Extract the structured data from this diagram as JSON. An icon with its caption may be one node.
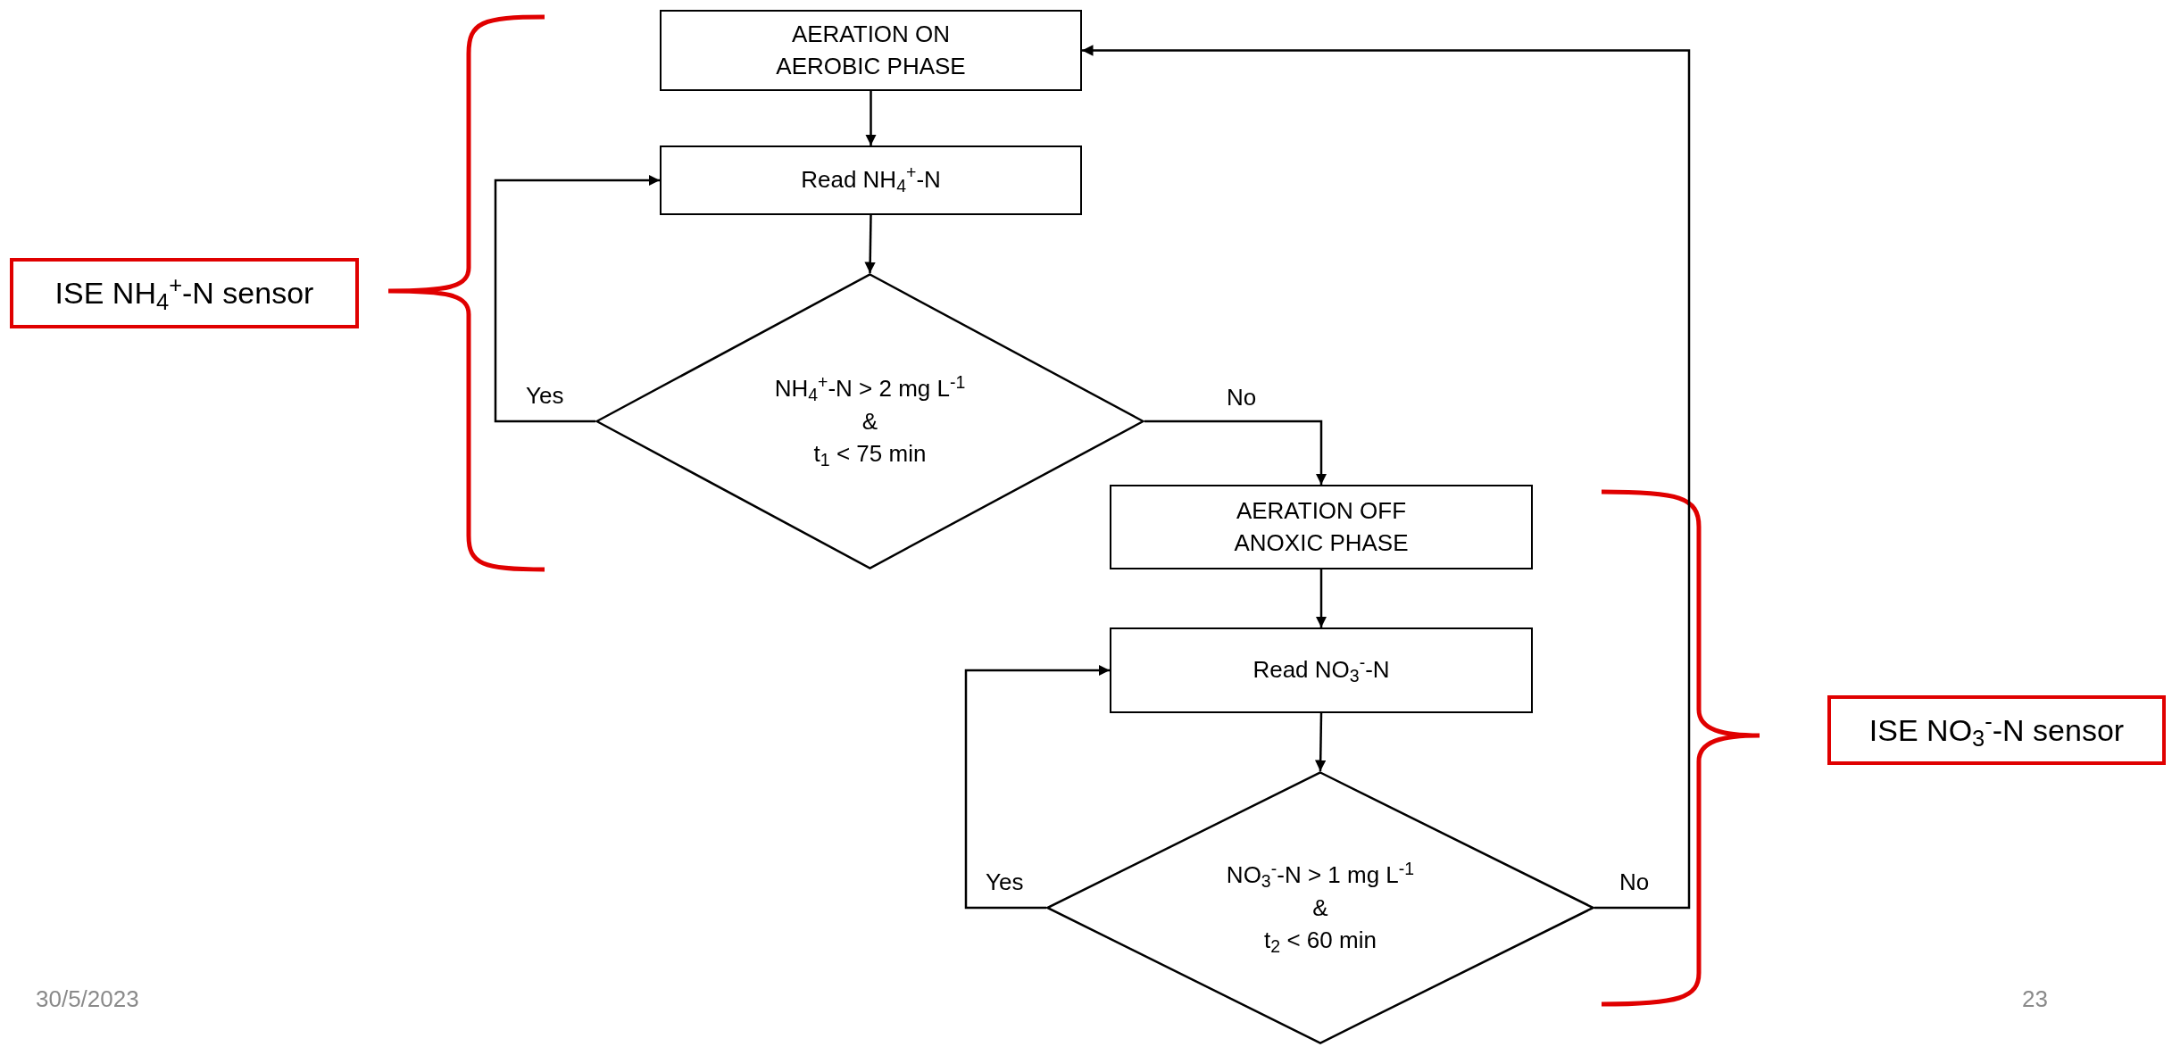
{
  "diagram": {
    "nodes": [
      {
        "text": [
          "AERATION ON AEROBIC PHASE"
        ]
      },
      {
        "text": [
          "Read NH$_{4}$$^{+}$-N"
        ]
      },
      {
        "text": [
          "NH$_{4}$$^{+}$-N > 2 mg L$^{-1}$",
          "&",
          "t$_{1}$ < 75 min"
        ]
      },
      {
        "text": [
          "AERATION OFF ANOXIC PHASE"
        ]
      },
      {
        "text": [
          "Read NO$_{3}$$^{-}$-N"
        ]
      },
      {
        "text": [
          "NO$_{3}$$^{-}$-N > 1 mg L$^{-1}$",
          "&",
          "t$_{2}$ < 60 min"
        ]
      },
      {
        "text": [
          "ISE NH$_{4}$$^{+}$-N sensor"
        ]
      },
      {
        "text": [
          "ISE NO$_{3}$$^{-}$-N sensor"
        ]
      }
    ],
    "edges": [
      {
        "from": 0,
        "to": 1,
        "arrow": "to"
      },
      {
        "from": 1,
        "to": 2,
        "arrow": "to"
      },
      {
        "from": 2,
        "to": 1,
        "arrow": "to",
        "label": "Yes"
      },
      {
        "from": 2,
        "to": 3,
        "arrow": "to",
        "label": "No"
      },
      {
        "from": 3,
        "to": 4,
        "arrow": "to"
      },
      {
        "from": 4,
        "to": 5,
        "arrow": "to"
      },
      {
        "from": 5,
        "to": 4,
        "arrow": "to",
        "label": "Yes"
      },
      {
        "from": 5,
        "to": 0,
        "arrow": "to",
        "label": "No"
      }
    ],
    "labels": [
      "30/5/2023",
      "23"
    ]
  }
}
